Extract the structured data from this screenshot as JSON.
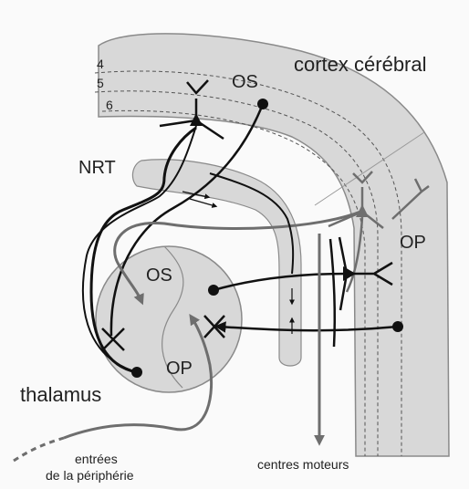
{
  "labels": {
    "cortex": "cortex cérébral",
    "layer4": "4",
    "layer5": "5",
    "layer6": "6",
    "os_cortex": "OS",
    "op_cortex": "OP",
    "nrt": "NRT",
    "os_thalamus": "OS",
    "op_thalamus": "OP",
    "thalamus": "thalamus",
    "motor": "centres moteurs",
    "periph_line1": "entrées",
    "periph_line2": "de la périphérie"
  },
  "colors": {
    "region_fill": "#d8d8d8",
    "region_stroke": "#8a8a8a",
    "black_path": "#111111",
    "gray_path": "#6e6e6e",
    "background": "#fafafa"
  }
}
